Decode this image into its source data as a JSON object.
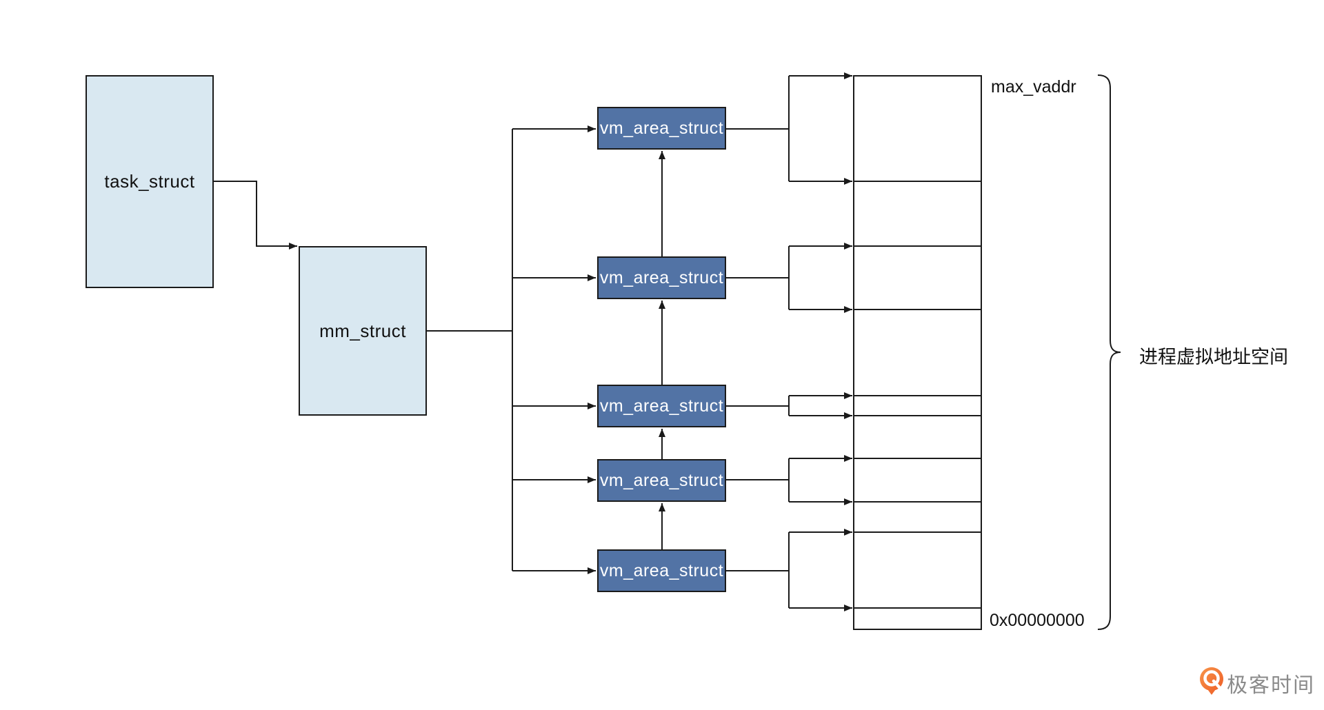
{
  "diagram": {
    "task": {
      "label": "task_struct"
    },
    "mm": {
      "label": "mm_struct"
    },
    "vmas": [
      {
        "label": "vm_area_struct"
      },
      {
        "label": "vm_area_struct"
      },
      {
        "label": "vm_area_struct"
      },
      {
        "label": "vm_area_struct"
      },
      {
        "label": "vm_area_struct"
      }
    ],
    "memory_map": {
      "top_label": "max_vaddr",
      "bottom_label": "0x00000000",
      "brace_label": "进程虚拟地址空间",
      "total_segments": 10,
      "mapped_regions": 5
    },
    "colors": {
      "struct_fill": "#d9e8f1",
      "vma_fill": "#5273a5",
      "line": "#1a1a1a",
      "vma_text": "#ffffff"
    }
  },
  "branding": {
    "logo_text": "极客时间",
    "logo_orange": "#f1662a",
    "logo_text_color": "#8a8a8a"
  }
}
